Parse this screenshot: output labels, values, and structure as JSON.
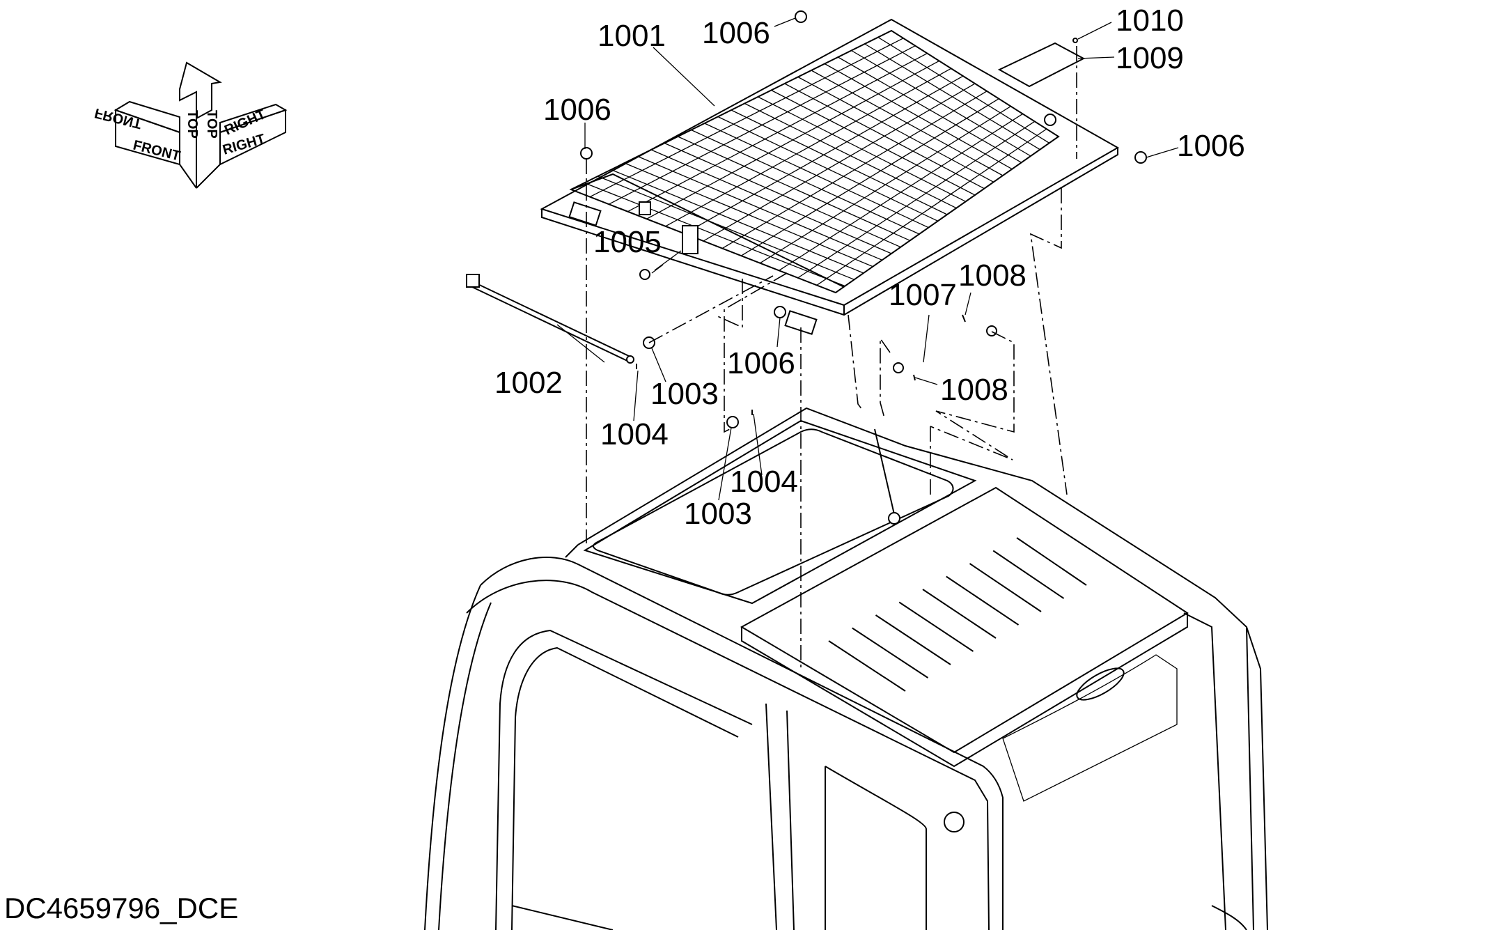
{
  "callouts": [
    {
      "id": "c1001",
      "text": "1001"
    },
    {
      "id": "c1006a",
      "text": "1006"
    },
    {
      "id": "c1006b",
      "text": "1006"
    },
    {
      "id": "c1006c",
      "text": "1006"
    },
    {
      "id": "c1006d",
      "text": "1006"
    },
    {
      "id": "c1010",
      "text": "1010"
    },
    {
      "id": "c1009",
      "text": "1009"
    },
    {
      "id": "c1005",
      "text": "1005"
    },
    {
      "id": "c1007",
      "text": "1007"
    },
    {
      "id": "c1008a",
      "text": "1008"
    },
    {
      "id": "c1008b",
      "text": "1008"
    },
    {
      "id": "c1002",
      "text": "1002"
    },
    {
      "id": "c1003a",
      "text": "1003"
    },
    {
      "id": "c1003b",
      "text": "1003"
    },
    {
      "id": "c1004a",
      "text": "1004"
    },
    {
      "id": "c1004b",
      "text": "1004"
    }
  ],
  "orientation": {
    "front": "FRONT",
    "top": "TOP",
    "right": "RIGHT"
  },
  "drawing_id": "DC4659796_DCE"
}
